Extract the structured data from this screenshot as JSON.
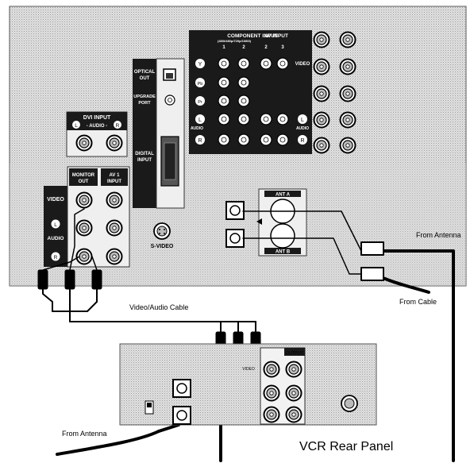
{
  "tv_panel": {
    "component_input": {
      "title": "COMPONENT INPUT",
      "subtitle": "(480i/480p/720p/1080i)",
      "col1": "1",
      "col2": "2"
    },
    "av_input": {
      "title": "AV INPUT",
      "col1": "2",
      "col2": "3"
    },
    "video_label": "VIDEO",
    "audio_label": "AUDIO",
    "jack_y": "Y",
    "jack_pb": "Pb",
    "jack_pr": "Pr",
    "jack_l": "L",
    "jack_r": "R",
    "optical_out": {
      "line1": "OPTICAL",
      "line2": "OUT"
    },
    "upgrade_port": {
      "line1": "UPGRADE",
      "line2": "PORT"
    },
    "digital_input": {
      "line1": "DIGITAL",
      "line2": "INPUT"
    },
    "dvi_input": {
      "title": "DVI INPUT",
      "audio": "- AUDIO -"
    },
    "monitor_out": {
      "line1": "MONITOR",
      "line2": "OUT"
    },
    "av1_input": {
      "line1": "AV 1",
      "line2": "INPUT"
    },
    "left_video": "VIDEO",
    "left_audio": "AUDIO",
    "s_video": "S-VIDEO",
    "ant_a": "ANT A",
    "ant_b": "ANT B"
  },
  "labels": {
    "from_antenna_right": "From Antenna",
    "from_cable": "From Cable",
    "video_audio_cable": "Video/Audio Cable",
    "from_antenna_left": "From Antenna",
    "vcr_rear_panel": "VCR Rear Panel"
  },
  "vcr_panel": {
    "output": "OUTPUT",
    "video": "VIDEO"
  }
}
